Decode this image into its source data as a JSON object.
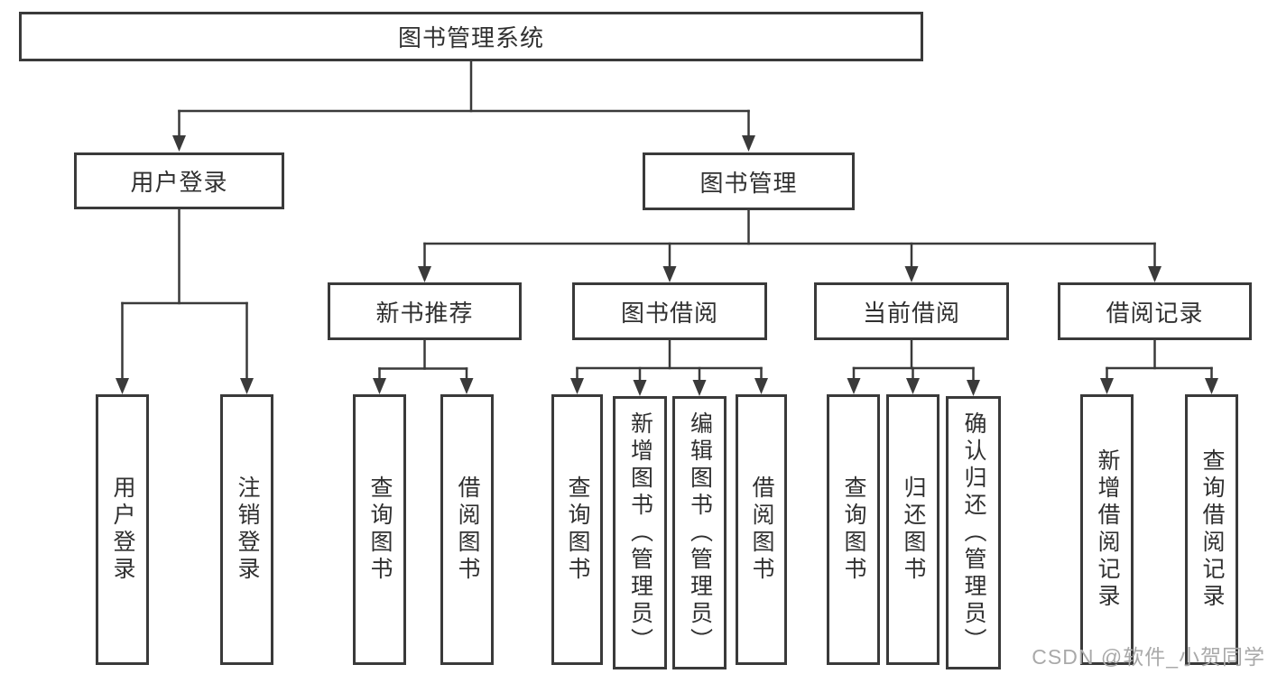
{
  "tree": {
    "root": {
      "label": "图书管理系统"
    },
    "branches": [
      {
        "label": "用户登录",
        "children": [
          {
            "label": "用户登录"
          },
          {
            "label": "注销登录"
          }
        ]
      },
      {
        "label": "图书管理",
        "children": [
          {
            "label": "新书推荐",
            "children": [
              {
                "label": "查询图书"
              },
              {
                "label": "借阅图书"
              }
            ]
          },
          {
            "label": "图书借阅",
            "children": [
              {
                "label": "查询图书"
              },
              {
                "label": "新增图书（管理员）"
              },
              {
                "label": "编辑图书（管理员）"
              },
              {
                "label": "借阅图书"
              }
            ]
          },
          {
            "label": "当前借阅",
            "children": [
              {
                "label": "查询图书"
              },
              {
                "label": "归还图书"
              },
              {
                "label": "确认归还（管理员）"
              }
            ]
          },
          {
            "label": "借阅记录",
            "children": [
              {
                "label": "新增借阅记录"
              },
              {
                "label": "查询借阅记录"
              }
            ]
          }
        ]
      }
    ]
  },
  "watermark": {
    "text": "CSDN @软件_小贺同学"
  },
  "colors": {
    "line": "#3a3a3a",
    "box_border": "#3a3a3a",
    "text": "#303030",
    "watermark": "#a9a9a9",
    "background": "#ffffff"
  }
}
